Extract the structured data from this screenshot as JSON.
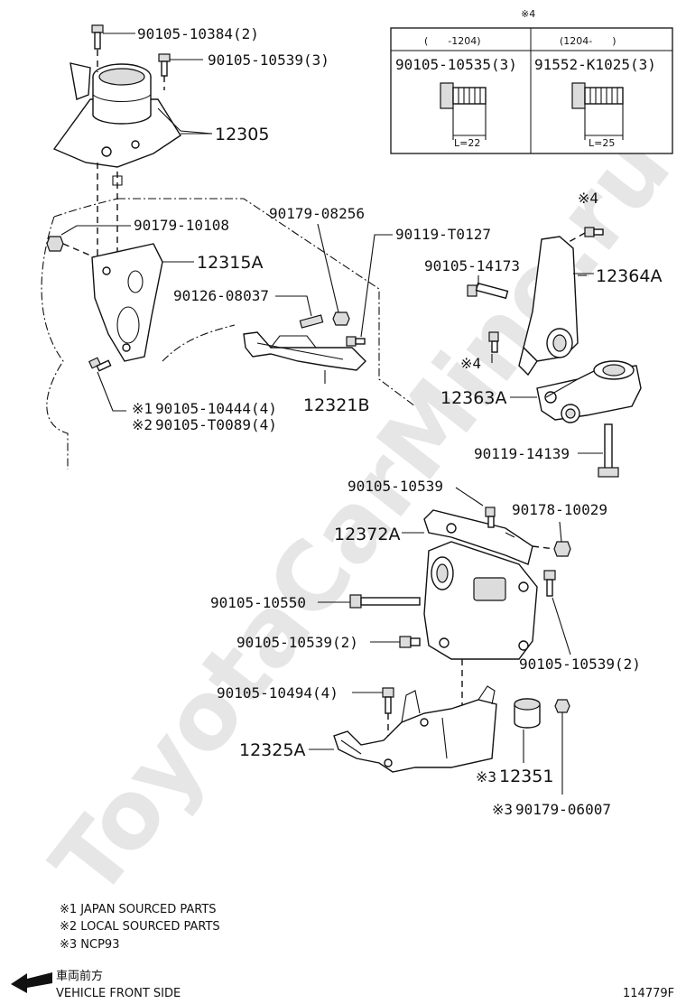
{
  "watermark": "ToyotaCarMine.ru",
  "parts": {
    "p1": "90105-10384(2)",
    "p2": "90105-10539(3)",
    "p3": "12305",
    "p4": "90179-10108",
    "p5": "12315A",
    "p6": "90179-08256",
    "p7": "90119-T0127",
    "p8": "90126-08037",
    "p9": "12321B",
    "p10": "90105-10444(4)",
    "p11": "90105-T0089(4)",
    "p12": "90105-14173",
    "p13": "12364A",
    "p14": "12363A",
    "p15": "90119-14139",
    "p16": "90105-10539",
    "p17": "90178-10029",
    "p18": "12372A",
    "p19": "90105-10550",
    "p20": "90105-10539(2)",
    "p21": "90105-10539(2)",
    "p22": "90105-10494(4)",
    "p23": "12325A",
    "p24": "12351",
    "p25": "90179-06007"
  },
  "marks": {
    "m1": "※1",
    "m2": "※2",
    "m3": "※3",
    "m4": "※4"
  },
  "table": {
    "header_mark": "※4",
    "col1_range": "(　　-1204)",
    "col2_range": "(1204-　　)",
    "col1_part": "90105-10535(3)",
    "col2_part": "91552-K1025(3)",
    "col1_len": "L=22",
    "col2_len": "L=25"
  },
  "notes": {
    "n1": "※1 JAPAN SOURCED PARTS",
    "n2": "※2 LOCAL SOURCED PARTS",
    "n3": "※3 NCP93",
    "front_jp": "車両前方",
    "front_en": "VEHICLE FRONT SIDE",
    "code": "114779F"
  }
}
